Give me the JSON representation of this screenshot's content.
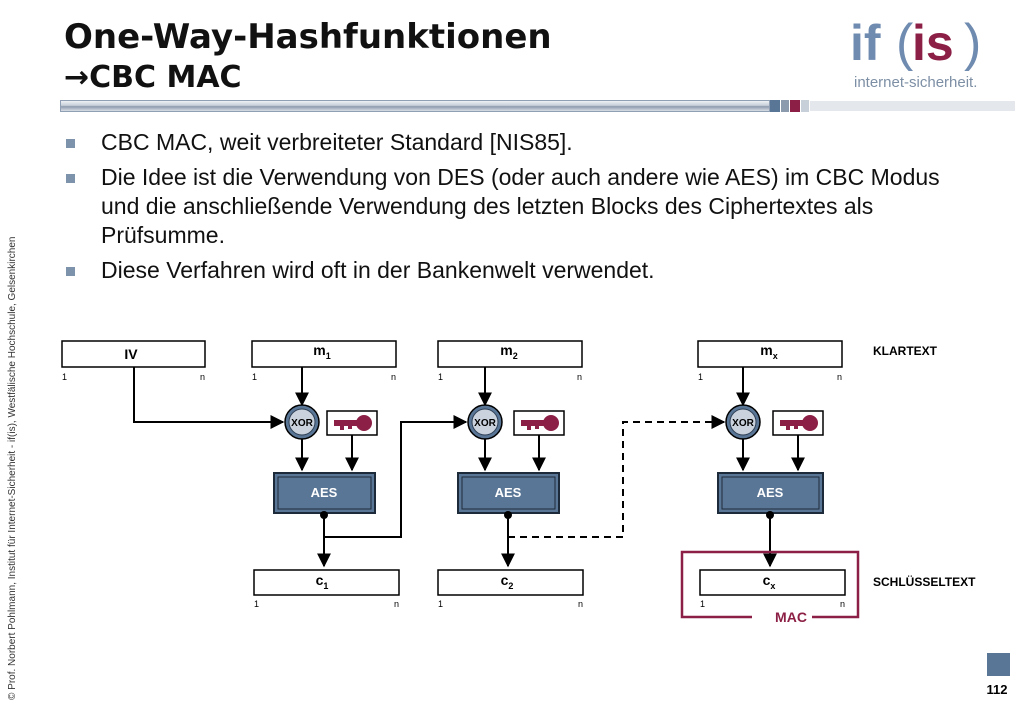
{
  "header": {
    "title": "One-Way-Hashfunktionen",
    "subtitle": "CBC MAC",
    "arrow": "→"
  },
  "logo": {
    "text_top": "if(is)",
    "text_bottom": "internet-sicherheit.",
    "colors": {
      "primary": "#6f8bb0",
      "accent": "#8c1f45"
    }
  },
  "bullets": [
    "CBC MAC, weit verbreiteter Standard [NIS85].",
    "Die Idee ist die Verwendung von DES (oder auch andere wie AES) im CBC Modus und die anschließende Verwendung des letzten Blocks des Ciphertextes als Prüfsumme.",
    "Diese Verfahren wird oft in der Bankenwelt verwendet."
  ],
  "diagram": {
    "iv_label": "IV",
    "range_start": "1",
    "range_end": "n",
    "messages": [
      {
        "base": "m",
        "sub": "1"
      },
      {
        "base": "m",
        "sub": "2"
      },
      {
        "base": "m",
        "sub": "x"
      }
    ],
    "ciphers": [
      {
        "base": "c",
        "sub": "1"
      },
      {
        "base": "c",
        "sub": "2"
      },
      {
        "base": "c",
        "sub": "x"
      }
    ],
    "xor_label": "XOR",
    "aes_label": "AES",
    "key_icon": "key-icon",
    "klartext_label": "KLARTEXT",
    "schluesseltext_label": "SCHLÜSSELTEXT",
    "mac_label": "MAC",
    "colors": {
      "aes_fill": "#5a7696",
      "key": "#8c1f45",
      "mac_border": "#8c1f45",
      "xor_fill": "#5a7696"
    }
  },
  "footer": {
    "copyright": "© Prof.  Norbert Pohlmann, Institut für Internet-Sicherheit - if(is), Westfälische Hochschule, Gelsenkirchen",
    "page_number": "112"
  }
}
